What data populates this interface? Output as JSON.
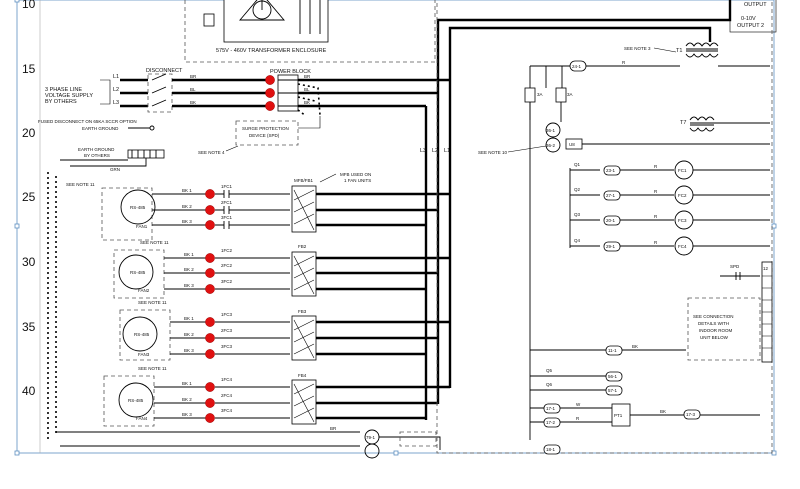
{
  "row_numbers": [
    "10",
    "15",
    "20",
    "25",
    "30",
    "35",
    "40"
  ],
  "transformer_enclosure": "575V - 460V TRANSFORMER ENCLOSURE",
  "output_2": {
    "line1": "0-10V",
    "line2": "OUTPUT 2"
  },
  "output_top": "OUTPUT",
  "disconnect": "DISCONNECT",
  "power_block": "POWER BLOCK",
  "supply": {
    "line1": "3 PHASE LINE",
    "line2": "VOLTAGE SUPPLY",
    "line3": "BY OTHERS"
  },
  "lines": [
    "L1",
    "L2",
    "L3"
  ],
  "fused_disconnect": "FUSED DISCONNECT ON 65KA SCCR OPTION",
  "earth_ground": "EARTH GROUND",
  "earth_ground_others": {
    "line1": "EARTH GROUND",
    "line2": "BY OTHERS"
  },
  "grn": "GRN",
  "spd": {
    "line1": "SURGE PROTECTION",
    "line2": "DEVICE (SPD)"
  },
  "note4": "SEE NOTE 4",
  "note3": "SEE NOTE 3",
  "note10": "SEE NOTE 10",
  "note11": "SEE NOTE 11",
  "mfb": {
    "label": "MFB/FB1",
    "note1": "MFB USED ON",
    "note2": "1 FAN UNITS"
  },
  "vertical_labels": [
    "L3",
    "L2",
    "L1"
  ],
  "wire_codes": {
    "br": "BR",
    "gr": "GR",
    "bk": "BK",
    "r": "R",
    "w": "W",
    "bl": "BL"
  },
  "fans": [
    {
      "name": "FAN1",
      "rs": "RS-485",
      "wires": [
        "BK 1",
        "BK 2",
        "BK 3"
      ],
      "contacts": [
        "1FC1",
        "2FC1",
        "3FC1"
      ],
      "filter": "MFB/FB1"
    },
    {
      "name": "FAN2",
      "rs": "RS-485",
      "wires": [
        "BK 1",
        "BK 2",
        "BK 3"
      ],
      "contacts": [
        "1FC2",
        "2FC2",
        "3FC2"
      ],
      "filter": "FB2"
    },
    {
      "name": "FAN3",
      "rs": "RS-485",
      "wires": [
        "BK 1",
        "BK 2",
        "BK 3"
      ],
      "contacts": [
        "1FC3",
        "2FC3",
        "3FC3"
      ],
      "filter": "FB3"
    },
    {
      "name": "FAN4",
      "rs": "RS-485",
      "wires": [
        "BK 1",
        "BK 2",
        "BK 3"
      ],
      "contacts": [
        "1FC4",
        "2FC4",
        "3FC4"
      ],
      "filter": "FB4"
    }
  ],
  "transformers": [
    "T1",
    "T7"
  ],
  "fuses": [
    "3A",
    "3A"
  ],
  "terminals": {
    "t24": "24-1",
    "t36": "36-1",
    "t362": "36-2",
    "u8": "U8",
    "t23": "23-1",
    "t27": "27-1",
    "t20": "20-1",
    "t29": "29-1",
    "t11": "11-1",
    "t56": "56-1",
    "t57": "57-1",
    "t171": "17-1",
    "t172": "17-2",
    "t173": "17-3",
    "t79": "79-1",
    "t181": "18-1"
  },
  "relays": [
    "Q1",
    "Q2",
    "Q3",
    "Q4",
    "Q5",
    "Q6"
  ],
  "fan_contactors": [
    "FC1",
    "FC2",
    "FC3",
    "FC4"
  ],
  "spd_right": "SPD",
  "connection_details": {
    "line1": "SEE CONNECTION",
    "line2": "DETAILS WITH",
    "line3": "INDOOR ROOM",
    "line4": "UNIT BELOW"
  },
  "pt1": "PT1",
  "terminal_strip": "12",
  "colors": {
    "contact_red": "#e01010",
    "frame_blue": "#5d8fc0"
  }
}
